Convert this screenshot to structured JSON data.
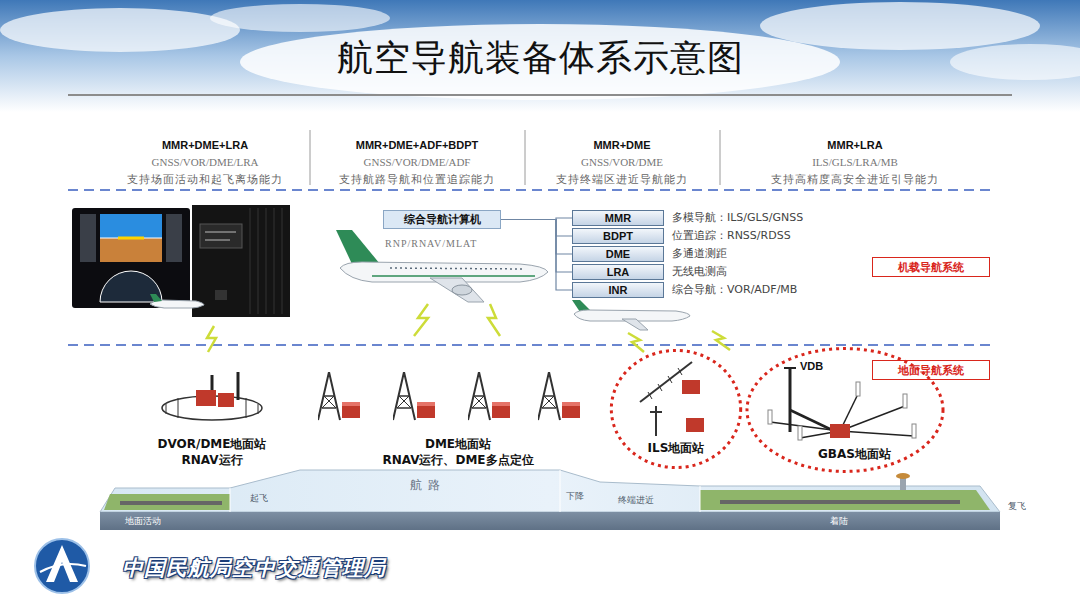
{
  "diagram": {
    "title": "航空导航装备体系示意图",
    "nodes": [
      {
        "text": [
          "综合导航计算机"
        ]
      },
      {
        "text": [
          "MMR"
        ]
      },
      {
        "text": [
          "BDPT"
        ]
      },
      {
        "text": [
          "DME"
        ]
      },
      {
        "text": [
          "LRA"
        ]
      },
      {
        "text": [
          "INR"
        ]
      },
      {
        "text": [
          "机载导航系统"
        ]
      },
      {
        "text": [
          "地面导航系统"
        ]
      },
      {
        "text": [
          "ILS地面站"
        ]
      },
      {
        "text": [
          "GBAS地面站"
        ]
      }
    ],
    "edges": [
      {
        "from": 0,
        "to": 1,
        "arrow": "none"
      },
      {
        "from": 0,
        "to": 2,
        "arrow": "none"
      },
      {
        "from": 0,
        "to": 3,
        "arrow": "none"
      },
      {
        "from": 0,
        "to": 4,
        "arrow": "none"
      },
      {
        "from": 0,
        "to": 5,
        "arrow": "none"
      }
    ],
    "labels": [
      "MMR+DME+LRA",
      "GNSS/VOR/DME/LRA",
      "支持场面活动和起飞离场能力",
      "MMR+DME+ADF+BDPT",
      "GNSS/VOR/DME/ADF",
      "支持航路导航和位置追踪能力",
      "MMR+DME",
      "GNSS/VOR/DME",
      "支持终端区进近导航能力",
      "MMR+LRA",
      "ILS/GLS/LRA/MB",
      "支持高精度高安全进近引导能力",
      "RNP/RNAV/MLAT",
      "多模导航：ILS/GLS/GNSS",
      "位置追踪：RNSS/RDSS",
      "多通道测距",
      "无线电测高",
      "综合导航：VOR/ADF/MB",
      "DVOR/DME地面站",
      "RNAV运行",
      "DME地面站",
      "RNAV运行、DME多点定位",
      "VDB",
      "地面活动",
      "起飞",
      "航路",
      "下降",
      "终端进近",
      "着陆",
      "复飞",
      "中国民航局空中交通管理局"
    ]
  }
}
